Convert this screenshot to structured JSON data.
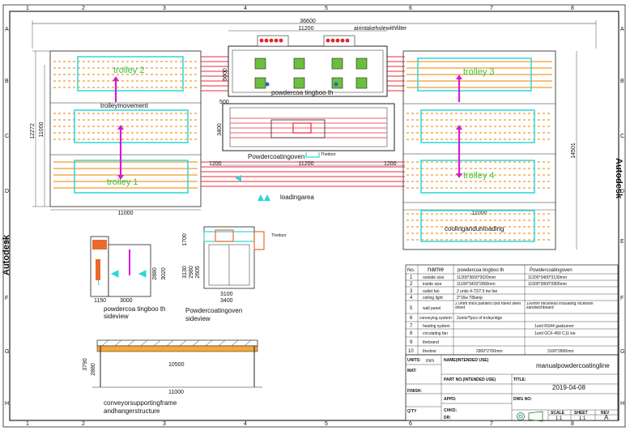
{
  "border": {
    "columns": [
      "1",
      "2",
      "3",
      "4",
      "5",
      "6",
      "7",
      "8"
    ],
    "rows": [
      "A",
      "B",
      "C",
      "D",
      "E",
      "F",
      "G",
      "H"
    ],
    "vendor_left": "Autodesk",
    "vendor_right": "Autodesk"
  },
  "plan": {
    "dims": {
      "overall_width": "36600",
      "booth_top": "11200",
      "left_height": "12272",
      "left_inner_height": "11000",
      "right_height": "14501",
      "left_bottom": "11000",
      "right_bottom": "11000",
      "oven_width": "11200",
      "left_rail": "1200",
      "right_rail": "1200",
      "booth_side": "5000",
      "booth_small": "500",
      "oven_side": "3400"
    },
    "labels": {
      "air_intake": "airintakeholewithfilter",
      "trolley2": "trolley 2",
      "trolley3": "trolley 3",
      "trolley1": "trolley 1",
      "trolley4": "trolley 4",
      "trolley_movement": "trolleymovement",
      "booth": "powdercoa tingboo th",
      "oven": "Powdercoatingoven",
      "the_door": "Thedoor",
      "loading_area": "loadingarea",
      "cooling_unloading": "coolingandunloading"
    }
  },
  "booth_side": {
    "caption1": "powdercoa tingboo th",
    "caption2": "sideview",
    "dims": [
      "1150",
      "3000",
      "2880",
      "3020"
    ]
  },
  "oven_side": {
    "caption1": "Powdercoatingoven",
    "caption2": "sideview",
    "dims": [
      "1700",
      "3130",
      "2980",
      "2605",
      "3100",
      "3400"
    ],
    "door": "Thedoor"
  },
  "frame": {
    "caption1": "conveyorsupportingframe",
    "caption2": "andhangerstructure",
    "dims": [
      "3790",
      "2880",
      "10500",
      "11000"
    ]
  },
  "spec_table": {
    "headers": [
      "No.",
      "name",
      "powdercoa tingboo th",
      "Powdercoatingoven"
    ],
    "rows": [
      [
        "1",
        "outside size",
        "11200*3600*3020mm",
        "11200*3400*3130mm"
      ],
      [
        "2",
        "inside size",
        "11100*3420*2800mm",
        "11000*2800*2805mm"
      ],
      [
        "3",
        "outlet fan",
        "2 units 4-72/7.5 kw fan",
        ""
      ],
      [
        "4",
        "ceiling light",
        "2*16w T8lamp",
        ""
      ],
      [
        "5",
        "wall panel",
        "2.0mm  thick painted cold rolled steel sheet",
        "100mm thickness insulating rockwool sandwichboard"
      ],
      [
        "6",
        "conveying system",
        "2units*5pcs of troleyridge",
        ""
      ],
      [
        "7",
        "heating system",
        "",
        "1unit  RS44 gasburner"
      ],
      [
        "8",
        "circulating fan",
        "",
        "1unit  GCF-450 C11 kw"
      ],
      [
        "9",
        "thebrand",
        "",
        ""
      ],
      [
        "10",
        "thedoor",
        "2900*2700mm",
        "3100*2800mm"
      ]
    ]
  },
  "title_block": {
    "units_label": "UNITS:",
    "units": "mm",
    "name_label": "NAME(INTENDED USE)",
    "name": "manualpowdercoatingline",
    "mat_label": "MAT:",
    "part_label": "PART NO.(INTENDED USE)",
    "title_label": "TITLE:",
    "date": "2019-04-08",
    "finish_label": "FINISH:",
    "appd_label": "APPD:",
    "dwg_label": "DWG NO:",
    "chkd_label": "CHKD:",
    "qty_label": "Q'TY",
    "dr_label": "DR:",
    "scale_label": "SCALE",
    "sheet_label": "SHEET",
    "rev_label": "REV",
    "scale": "1:1",
    "sheet": "1:1",
    "rev": "A"
  }
}
